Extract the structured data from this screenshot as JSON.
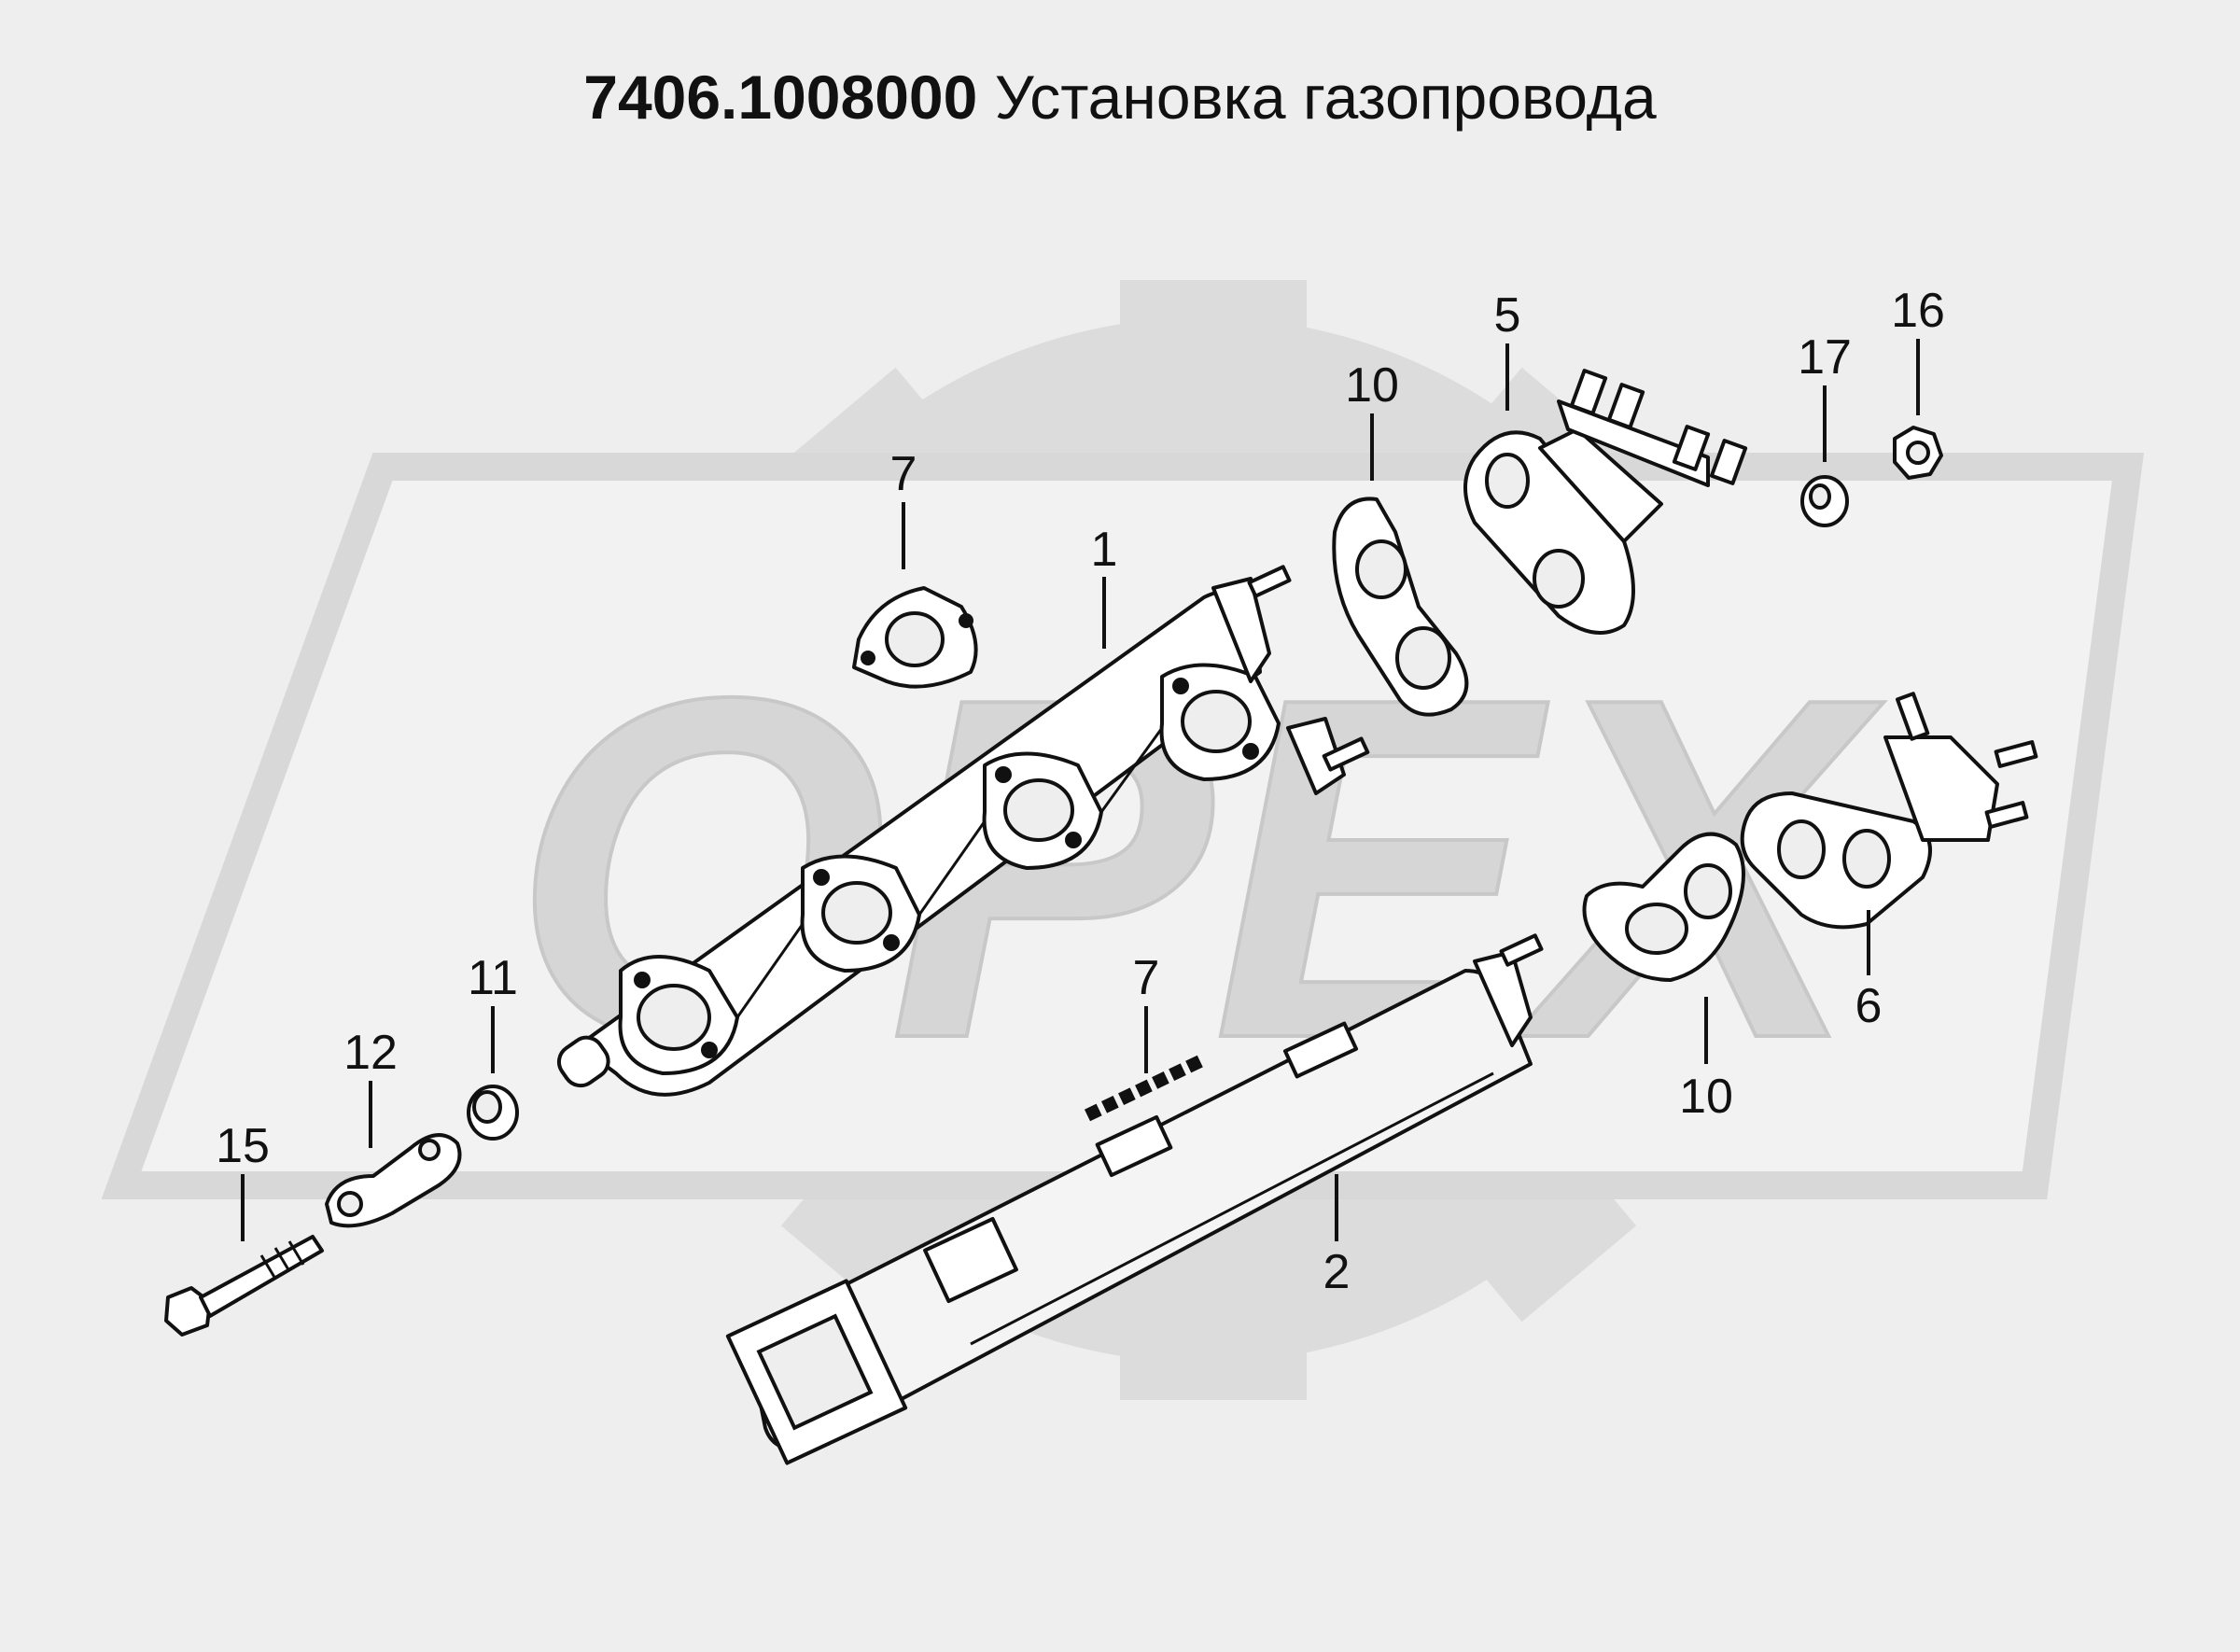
{
  "title": {
    "code": "7406.1008000",
    "text": "Установка газопровода"
  },
  "watermark": {
    "text": "OPEX",
    "color": "#dadada"
  },
  "callouts": [
    {
      "id": "c1",
      "label": "1"
    },
    {
      "id": "c2",
      "label": "2"
    },
    {
      "id": "c5",
      "label": "5"
    },
    {
      "id": "c6",
      "label": "6"
    },
    {
      "id": "c7a",
      "label": "7"
    },
    {
      "id": "c7b",
      "label": "7"
    },
    {
      "id": "c10a",
      "label": "10"
    },
    {
      "id": "c10b",
      "label": "10"
    },
    {
      "id": "c11",
      "label": "11"
    },
    {
      "id": "c12",
      "label": "12"
    },
    {
      "id": "c15",
      "label": "15"
    },
    {
      "id": "c16",
      "label": "16"
    },
    {
      "id": "c17",
      "label": "17"
    }
  ]
}
